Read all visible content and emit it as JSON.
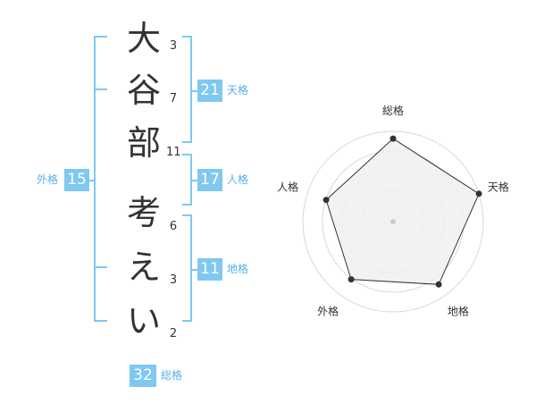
{
  "name": {
    "characters": [
      "大",
      "谷",
      "部",
      "考",
      "え",
      "い"
    ],
    "strokes": [
      "3",
      "7",
      "11",
      "6",
      "3",
      "2"
    ]
  },
  "fortunes": {
    "tenkaku": {
      "value": "21",
      "label": "天格"
    },
    "jinkaku": {
      "value": "17",
      "label": "人格"
    },
    "chikaku": {
      "value": "11",
      "label": "地格"
    },
    "gaikaku": {
      "value": "15",
      "label": "外格"
    },
    "soukaku": {
      "value": "32",
      "label": "総格"
    }
  },
  "chart_data": {
    "type": "radar",
    "axes": [
      "総格",
      "天格",
      "地格",
      "外格",
      "人格"
    ],
    "values": [
      0.92,
      1.0,
      0.86,
      0.79,
      0.78
    ],
    "range": [
      0,
      1
    ]
  },
  "colors": {
    "accent": "#7fc8f0",
    "accent_text": "#56b2e8",
    "polygon_fill": "#f0f0f0",
    "polygon_stroke": "#333333",
    "ring": "#d8d8d8"
  }
}
